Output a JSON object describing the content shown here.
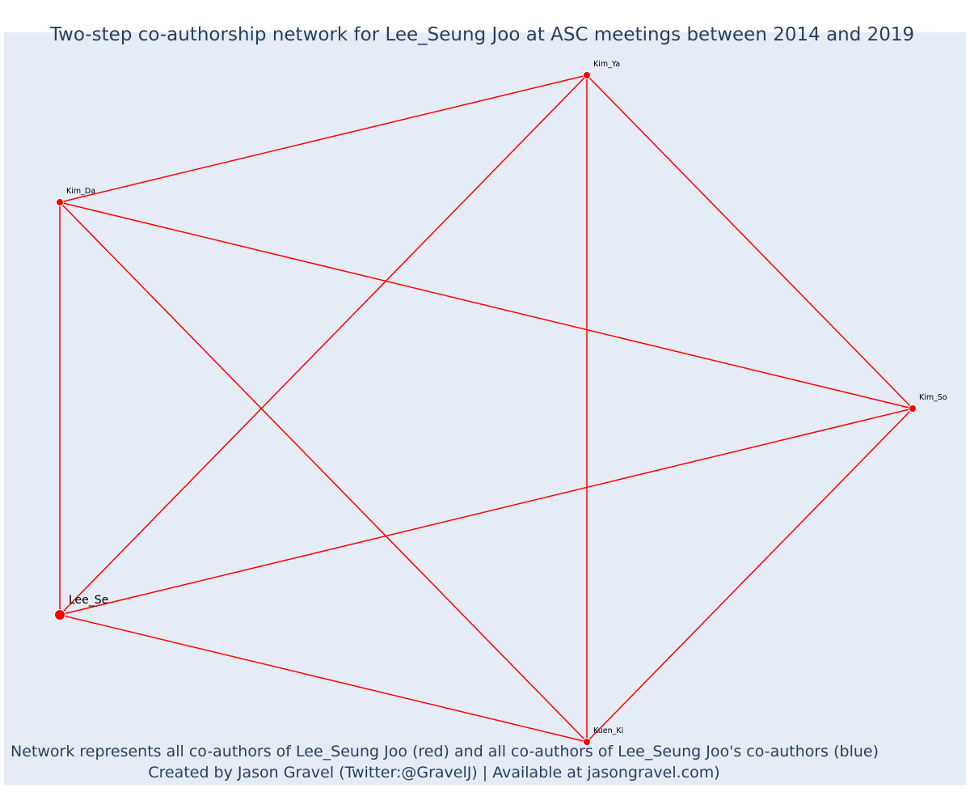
{
  "title": "Two-step co-authorship network for Lee_Seung Joo at ASC meetings between 2014 and 2019",
  "annotations": {
    "line1": "Network represents all co-authors of Lee_Seung Joo (red) and all co-authors of Lee_Seung Joo's co-authors (blue)",
    "line2": "Created by Jason Gravel (Twitter:@GravelJ) | Available at jasongravel.com)"
  },
  "colors": {
    "background": "#e5ecf6",
    "edge": "#ff0000",
    "node": "#ff0000",
    "text": "#2a3f5f"
  },
  "network": {
    "nodes": [
      {
        "id": "Lee_Se",
        "label": "Lee_Se",
        "group": "focal"
      },
      {
        "id": "Kim_Da",
        "label": "Kim_Da",
        "group": "co-author"
      },
      {
        "id": "Kim_Ya",
        "label": "Kim_Ya",
        "group": "co-author"
      },
      {
        "id": "Kim_So",
        "label": "Kim_So",
        "group": "co-author"
      },
      {
        "id": "Kuen_Ki",
        "label": "Kuen_Ki",
        "group": "co-author"
      }
    ],
    "edges": [
      [
        "Lee_Se",
        "Kim_Da"
      ],
      [
        "Lee_Se",
        "Kim_Ya"
      ],
      [
        "Lee_Se",
        "Kim_So"
      ],
      [
        "Lee_Se",
        "Kuen_Ki"
      ],
      [
        "Kim_Da",
        "Kim_Ya"
      ],
      [
        "Kim_Da",
        "Kim_So"
      ],
      [
        "Kim_Da",
        "Kuen_Ki"
      ],
      [
        "Kim_Ya",
        "Kim_So"
      ],
      [
        "Kim_Ya",
        "Kuen_Ki"
      ],
      [
        "Kim_So",
        "Kuen_Ki"
      ]
    ]
  }
}
